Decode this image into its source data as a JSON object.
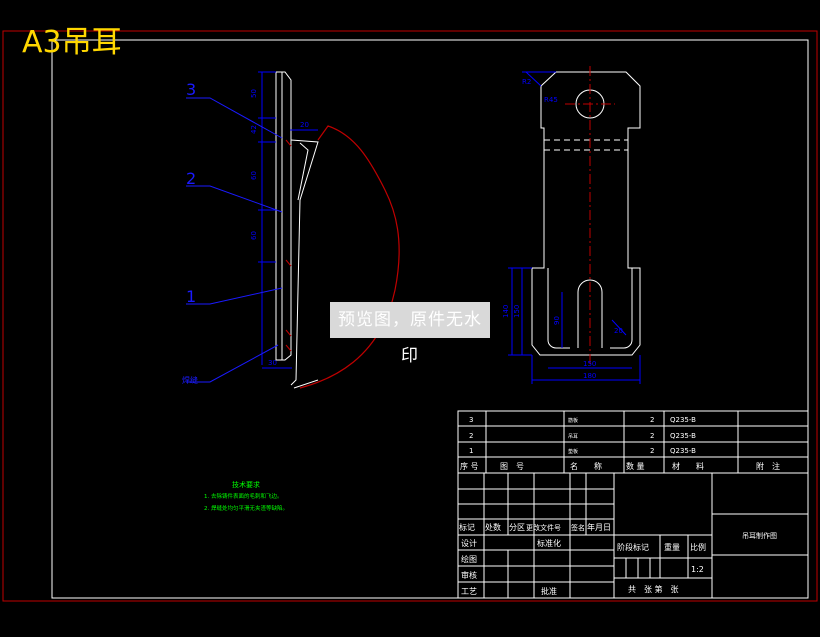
{
  "sheet_title": "A3吊耳",
  "callouts": [
    "3",
    "2",
    "1",
    "焊缝"
  ],
  "dims": {
    "left_view": [
      "50",
      "42",
      "60",
      "60",
      "70",
      "20",
      "30"
    ],
    "right_view": [
      "R2",
      "R45",
      "140",
      "150",
      "90",
      "20",
      "30",
      "150",
      "180"
    ]
  },
  "tech_requirements": {
    "heading": "技术要求",
    "items": [
      "1. 去除铸件表面的毛刺和飞边。",
      "2. 焊缝处均匀平滑无夹渣等缺陷。"
    ]
  },
  "bom": {
    "rows": [
      {
        "no": "3",
        "name": "筋板",
        "qty": "2",
        "material": "Q235-B"
      },
      {
        "no": "2",
        "name": "吊耳",
        "qty": "2",
        "material": "Q235-B"
      },
      {
        "no": "1",
        "name": "垫板",
        "qty": "2",
        "material": "Q235-B"
      }
    ],
    "header": {
      "no": "序 号",
      "code": "图　号",
      "name": "名　　称",
      "qty": "数 量",
      "material": "材　　料",
      "remark": "附　注"
    }
  },
  "title_block": {
    "rev_header": [
      "标记",
      "处数",
      "分区",
      "更改文件号",
      "签名",
      "年月日"
    ],
    "roles": [
      "设计",
      "绘图",
      "审核",
      "工艺"
    ],
    "std": "标准化",
    "approve": "批准",
    "stage_mark": "阶段标记",
    "weight": "重量",
    "scale_label": "比例",
    "scale_value": "1:2",
    "sheets": "共　张 第　张",
    "drawing_name": "吊耳制作图"
  },
  "watermark": "预览图，原件无水印",
  "colors": {
    "frame": "#ff0000",
    "drawing": "#ffffff",
    "dim": "#0000ff",
    "blue": "#1a1aff",
    "center": "#ff0000",
    "green": "#00ff00",
    "title": "#ffd700",
    "table": "#ffffff"
  }
}
